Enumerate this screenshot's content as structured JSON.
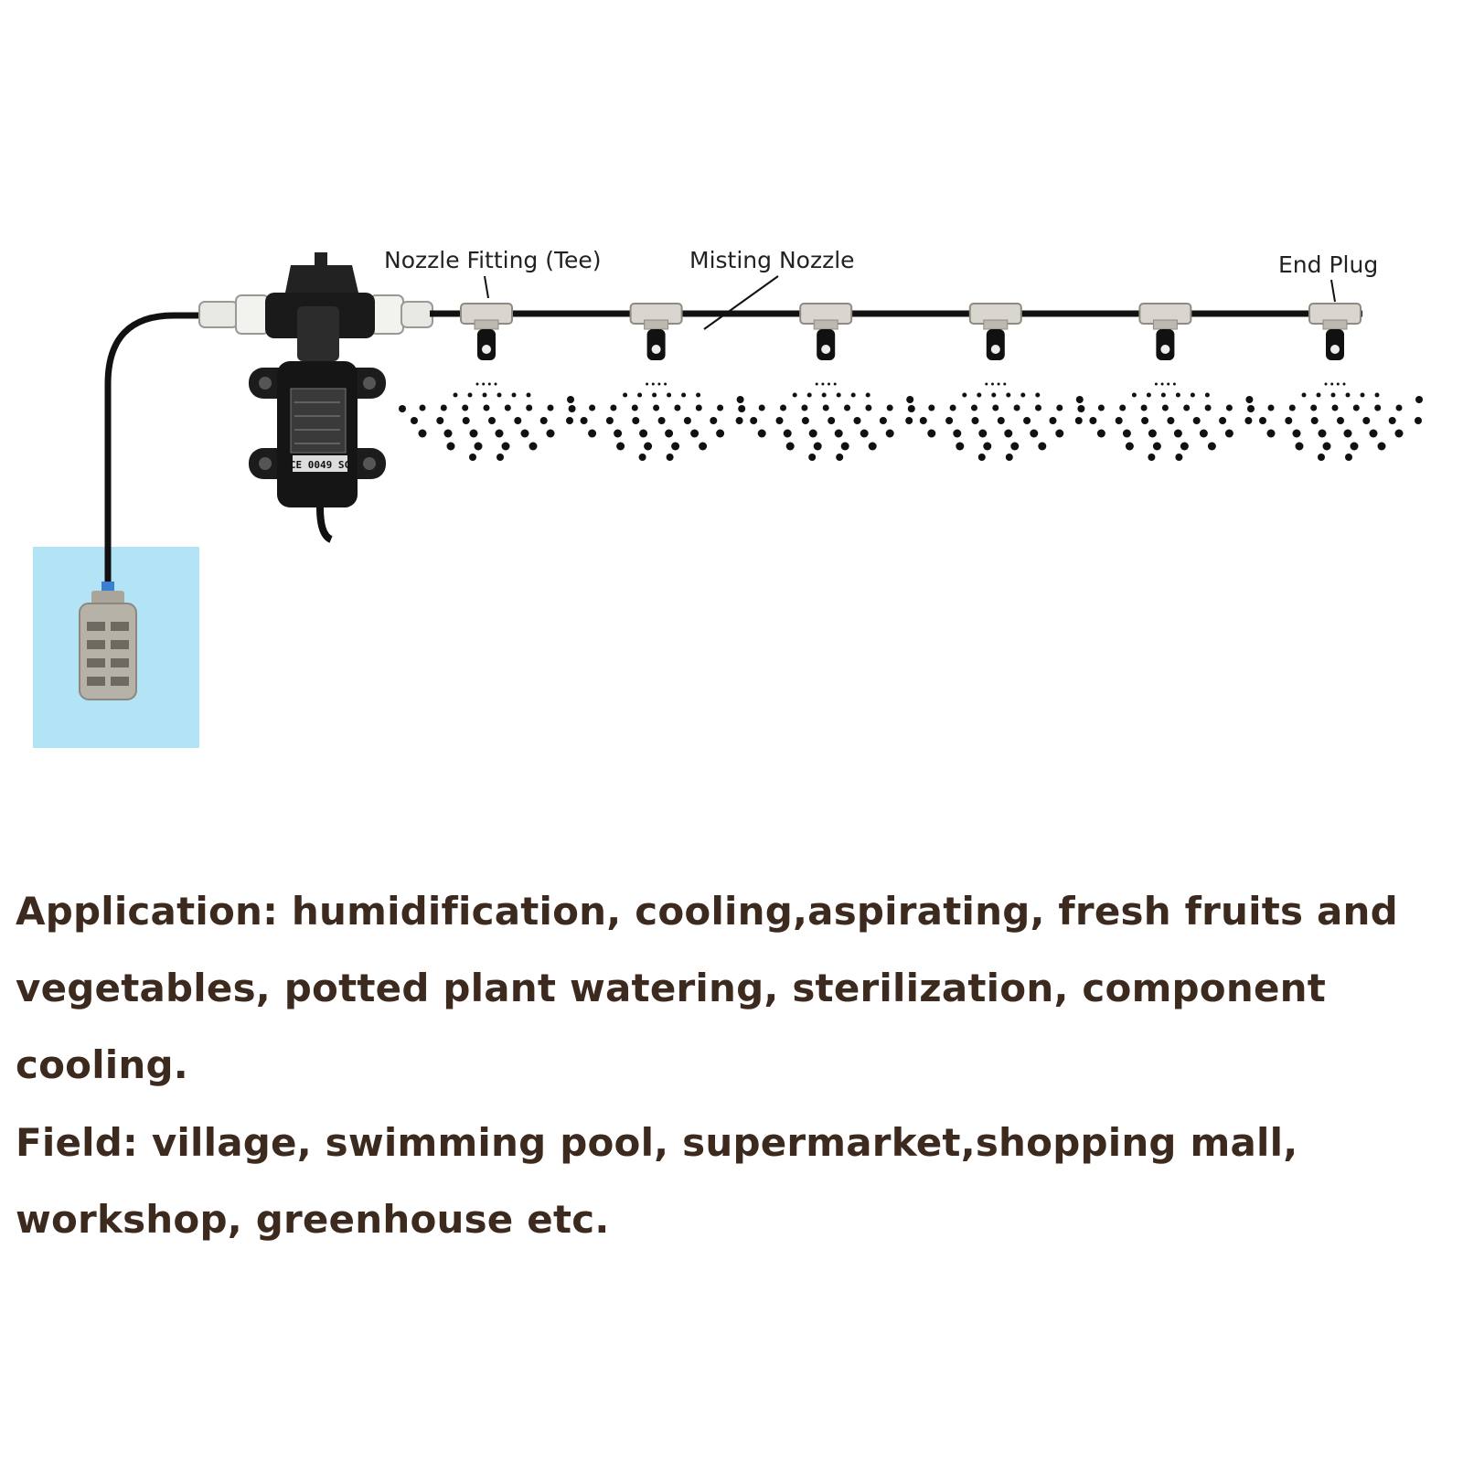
{
  "diagram": {
    "labels": {
      "nozzle_fitting": "Nozzle Fitting (Tee)",
      "misting_nozzle": "Misting Nozzle",
      "end_plug": "End Plug"
    },
    "pump_label": "CE 0049 SC",
    "nozzle_count": 6,
    "icons": [
      "water-pump-icon",
      "filter-icon",
      "water-tank-icon",
      "nozzle-icon",
      "mist-spray-icon"
    ],
    "colors": {
      "water": "#b3e4f5",
      "tube": "#111111",
      "fitting": "#d9d6cf",
      "text": "#3d2a1f"
    }
  },
  "description": {
    "application": "Application: humidification, cooling,aspirating, fresh fruits and vegetables, potted plant watering, sterilization, component cooling.",
    "field": "Field: village, swimming pool, supermarket,shopping mall, workshop, greenhouse etc."
  }
}
